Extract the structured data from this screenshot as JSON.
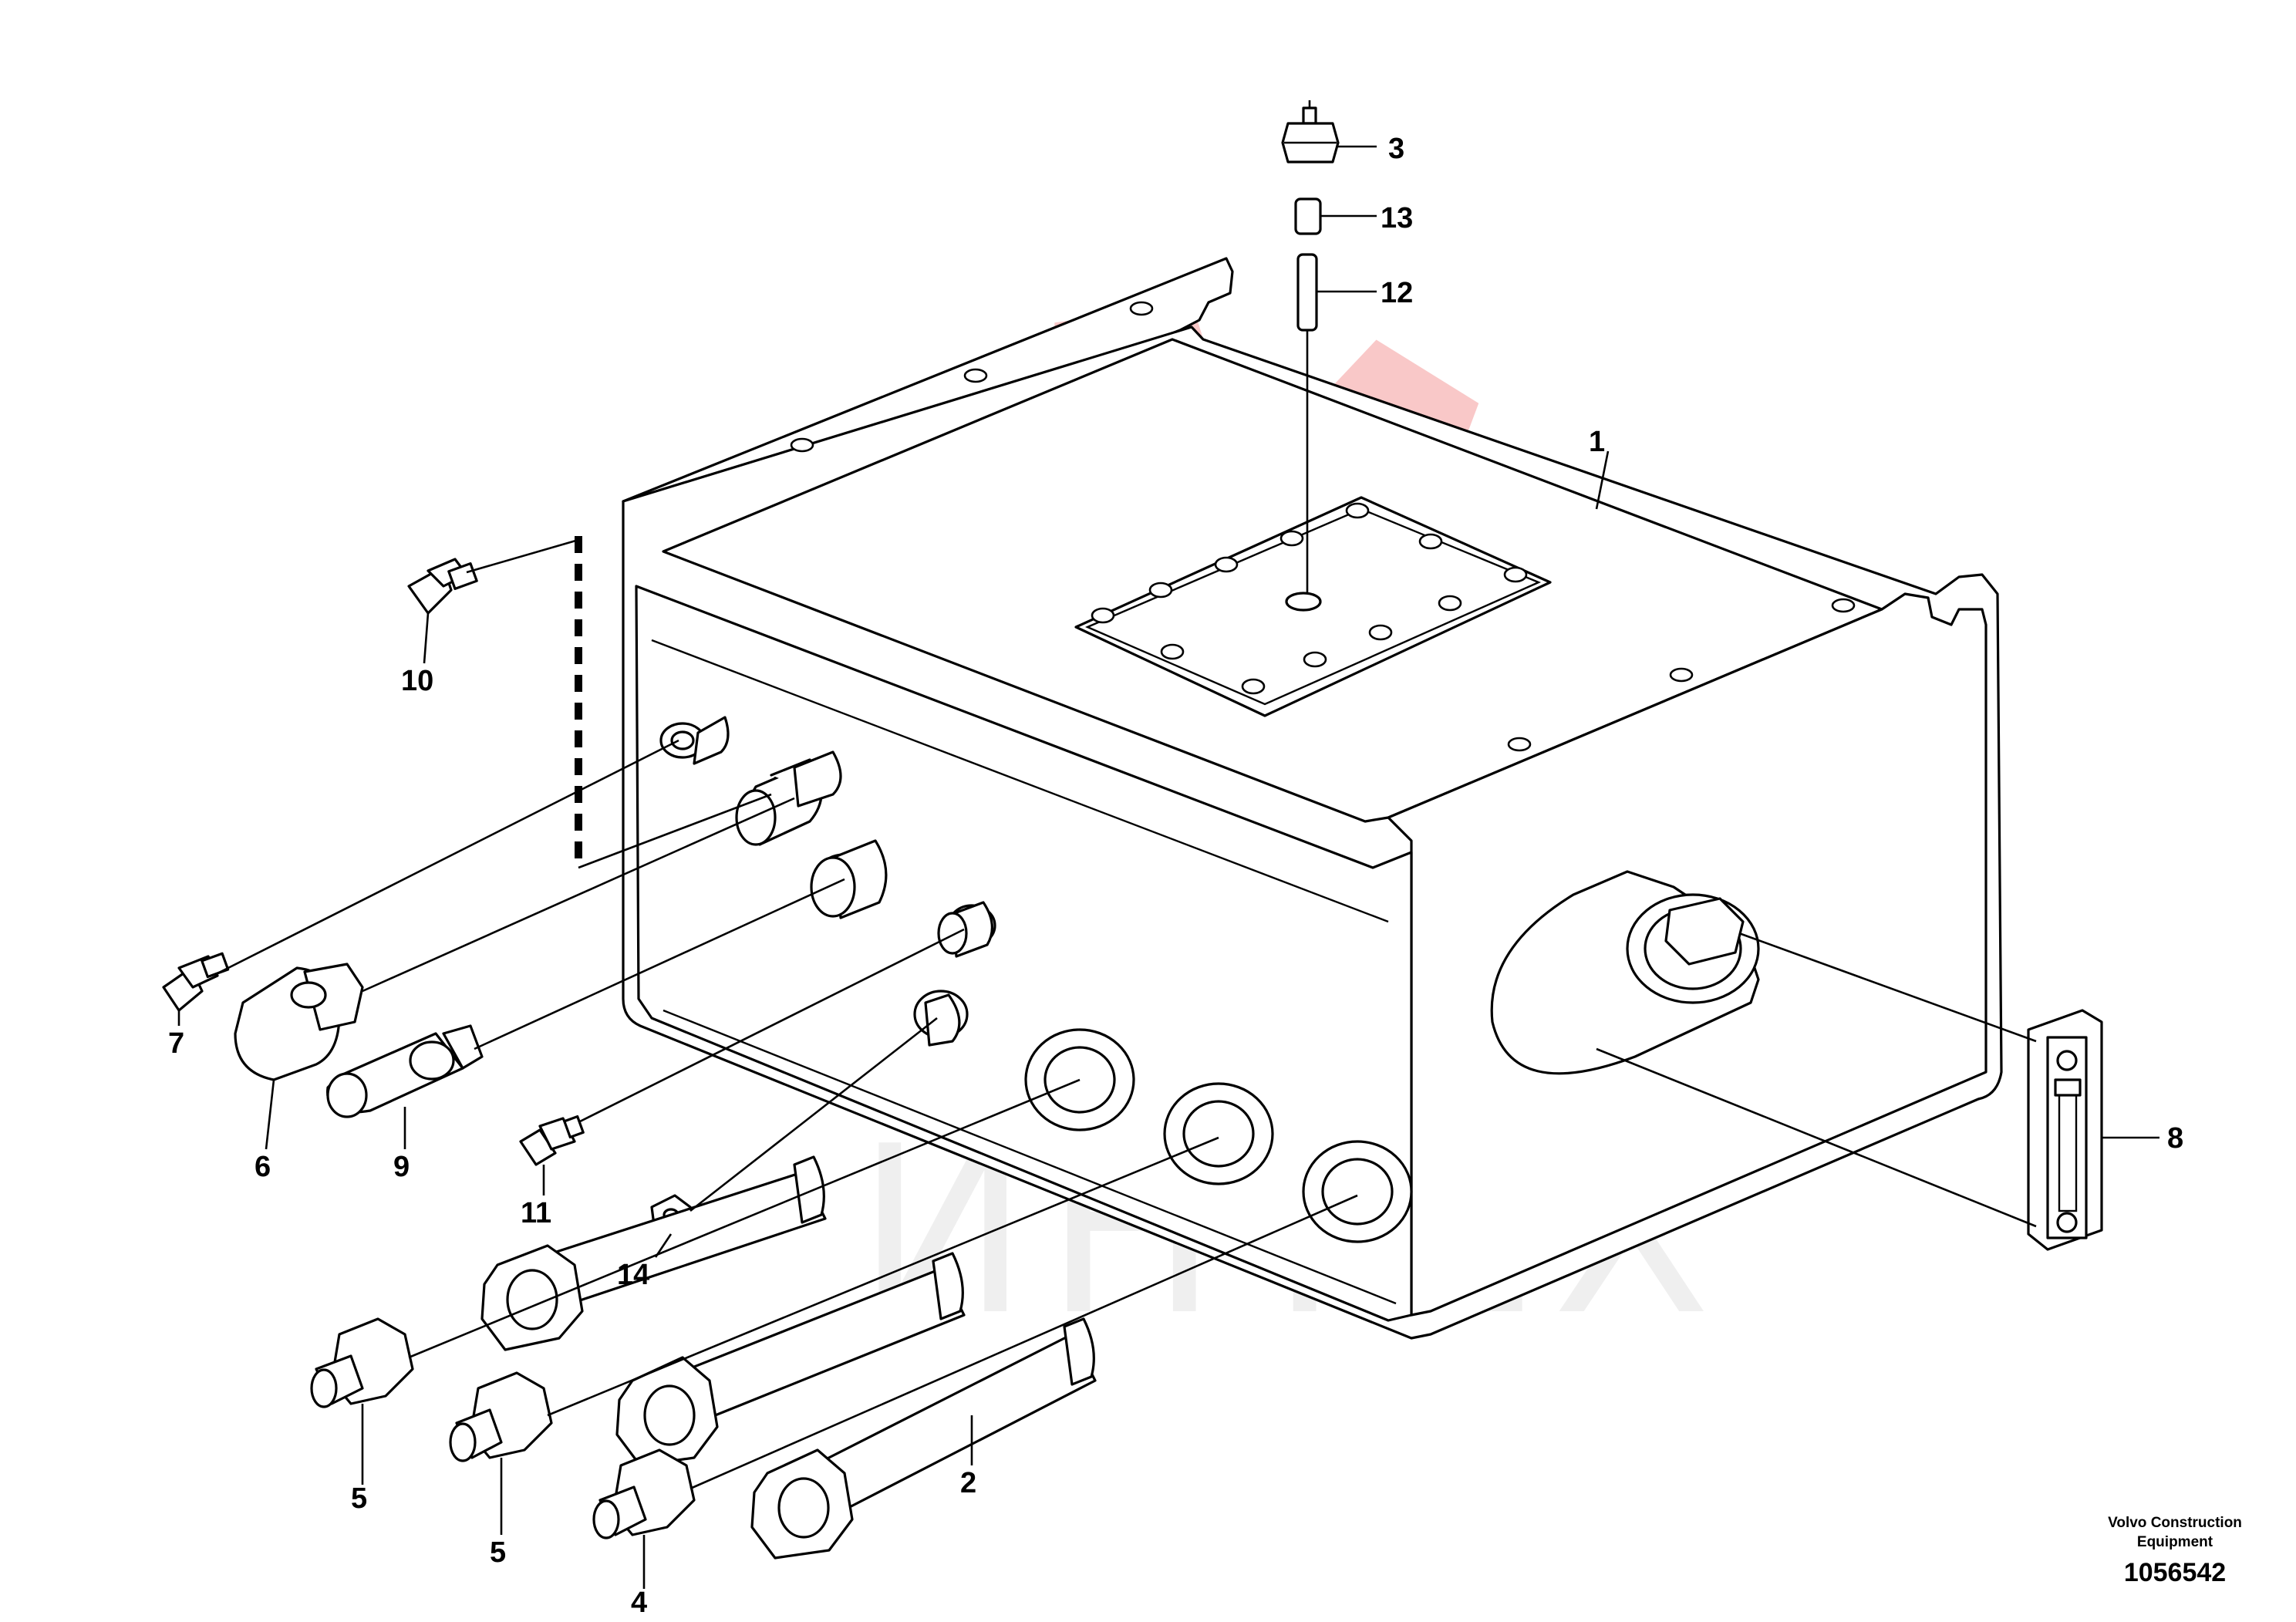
{
  "watermark": {
    "text": "ИНТЕХ",
    "gear_color": "#f7b5b5",
    "text_color": "#9a9a9a"
  },
  "callouts": [
    {
      "id": "1",
      "text": "1"
    },
    {
      "id": "2",
      "text": "2"
    },
    {
      "id": "3",
      "text": "3"
    },
    {
      "id": "4",
      "text": "4"
    },
    {
      "id": "5a",
      "text": "5"
    },
    {
      "id": "5b",
      "text": "5"
    },
    {
      "id": "6",
      "text": "6"
    },
    {
      "id": "7",
      "text": "7"
    },
    {
      "id": "8",
      "text": "8"
    },
    {
      "id": "9",
      "text": "9"
    },
    {
      "id": "10",
      "text": "10"
    },
    {
      "id": "11",
      "text": "11"
    },
    {
      "id": "12",
      "text": "12"
    },
    {
      "id": "13",
      "text": "13"
    },
    {
      "id": "14",
      "text": "14"
    }
  ],
  "credit": {
    "line1": "Volvo Construction",
    "line2": "Equipment"
  },
  "document_number": "1056542"
}
